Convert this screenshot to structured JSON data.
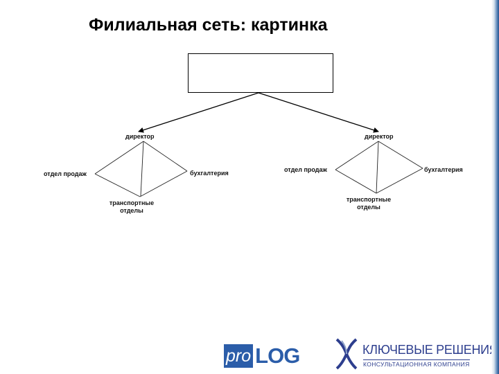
{
  "title": "Филиальная сеть: картинка",
  "branches": [
    {
      "director": "директор",
      "sales": "отдел продаж",
      "accounting": "бухгалтерия",
      "transport_line1": "транспортные",
      "transport_line2": "отделы"
    },
    {
      "director": "директор",
      "sales": "отдел продаж",
      "accounting": "бухгалтерия",
      "transport_line1": "транспортные",
      "transport_line2": "отделы"
    }
  ],
  "logos": {
    "prolog_pro": "pro",
    "prolog_log": "LOG",
    "kr_main": "КЛЮЧЕВЫЕ РЕШЕНИЯ",
    "kr_sub": "КОНСУЛЬТАЦИОННАЯ КОМПАНИЯ"
  },
  "colors": {
    "prolog_blue": "#2b5da9",
    "kr_blue": "#2d3e8e",
    "line": "#000000"
  }
}
